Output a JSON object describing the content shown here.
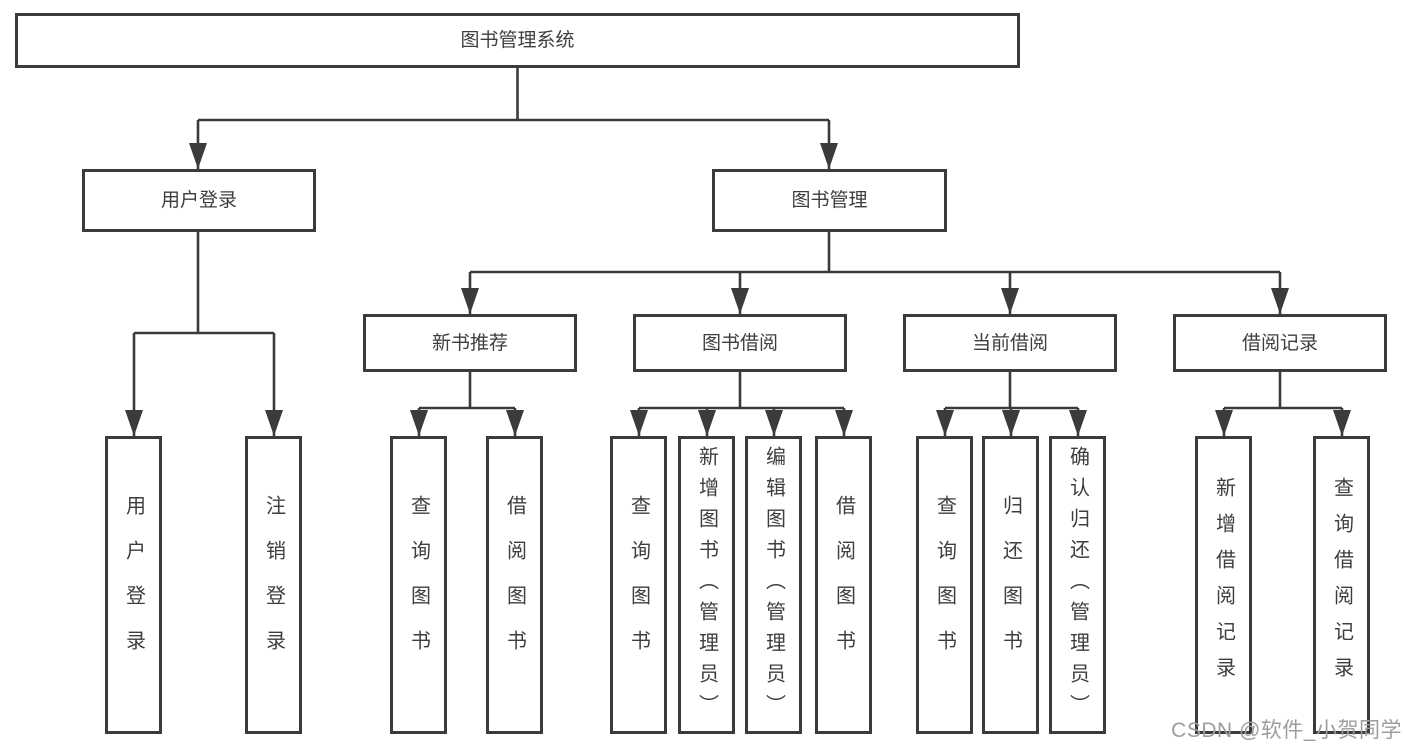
{
  "tree": {
    "root": "图书管理系统",
    "user": {
      "label": "用户登录",
      "children": [
        "用户登录",
        "注销登录"
      ]
    },
    "mgmt": {
      "label": "图书管理"
    },
    "sections": [
      {
        "label": "新书推荐",
        "children": [
          "查询图书",
          "借阅图书"
        ]
      },
      {
        "label": "图书借阅",
        "children": [
          "查询图书",
          "新增图书（管理员）",
          "编辑图书（管理员）",
          "借阅图书"
        ]
      },
      {
        "label": "当前借阅",
        "children": [
          "查询图书",
          "归还图书",
          "确认归还（管理员）"
        ]
      },
      {
        "label": "借阅记录",
        "children": [
          "新增借阅记录",
          "查询借阅记录"
        ]
      }
    ]
  },
  "watermark": "CSDN @软件_小贺同学",
  "colors": {
    "line": "#3b3b3b",
    "node_border": "#3b3b3b",
    "node_background": "#ffffff",
    "text": "#3e3e3e",
    "watermark_text": "#9c9ca1",
    "canvas_background": "#ffffff"
  }
}
